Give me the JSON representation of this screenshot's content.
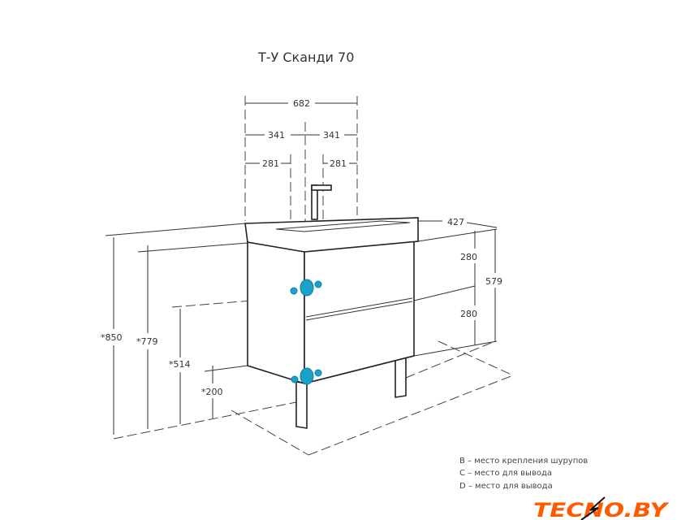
{
  "title": "Т-У Сканди 70",
  "dimensions": {
    "total_width": "682",
    "half_left": "341",
    "half_right": "341",
    "mount_left": "281",
    "mount_right": "281",
    "depth": "427",
    "upper_280": "280",
    "lower_280": "280",
    "side_579": "579",
    "height_850": "*850",
    "height_779": "*779",
    "height_514": "*514",
    "height_200": "*200"
  },
  "legend": [
    "В – место крепления шурупов",
    "С – место для вывода",
    "D – место для вывода"
  ],
  "watermark": "TECNO.BY",
  "colors": {
    "accent": "#1aa3c8",
    "logo": "#ff5a00"
  }
}
